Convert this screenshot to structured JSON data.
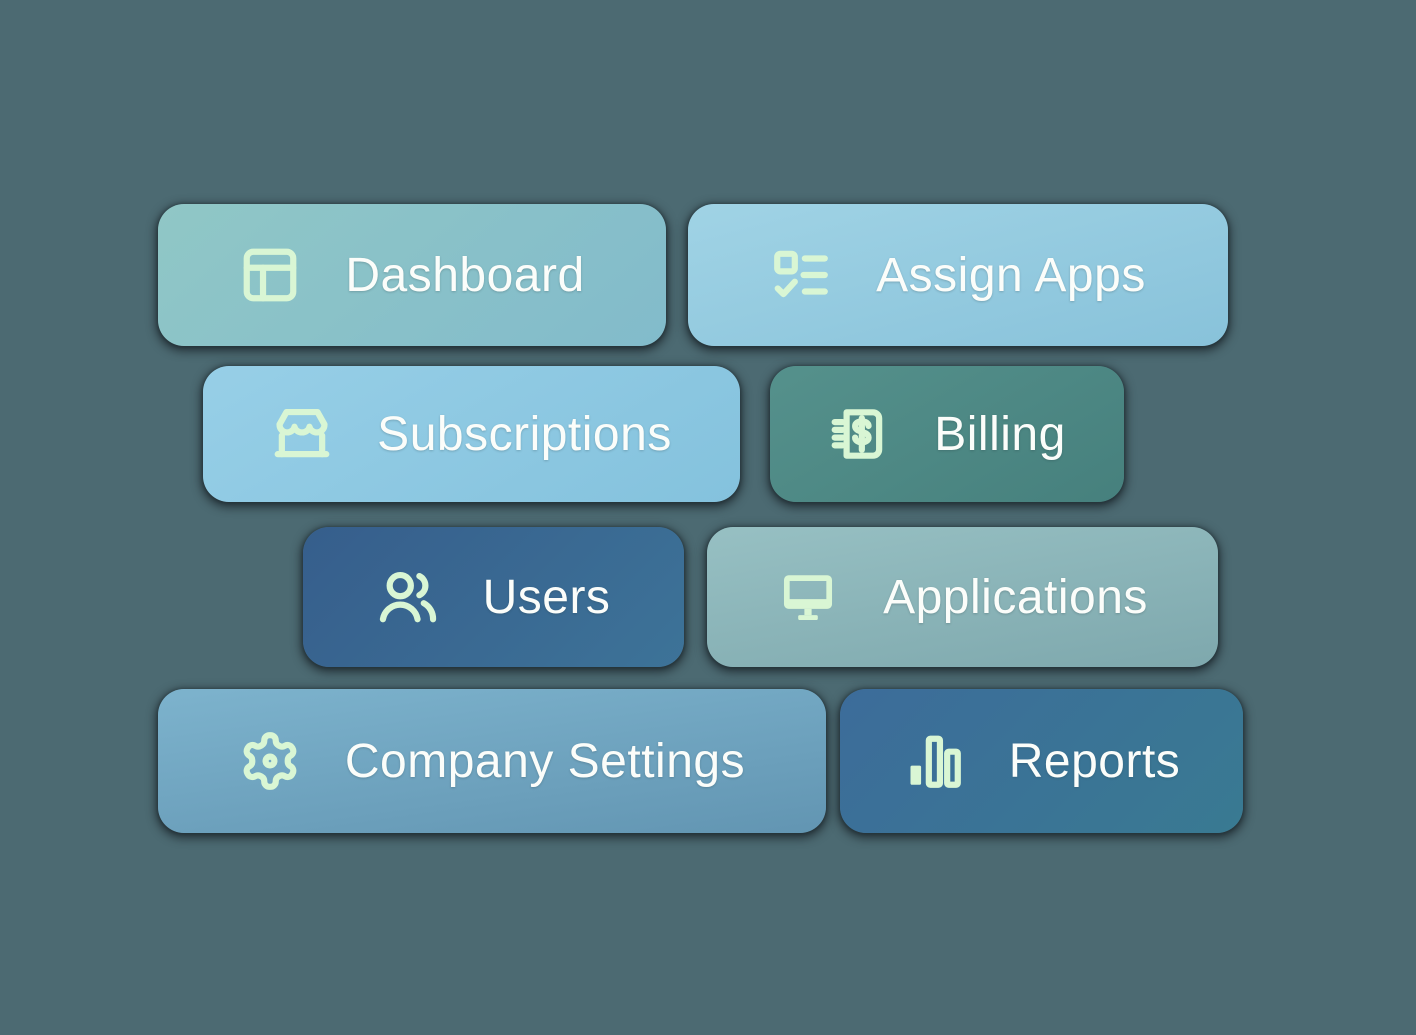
{
  "colors": {
    "background": "#4c6a72",
    "icon": "#d9f6d4",
    "text": "#fbfdfa"
  },
  "buttons": [
    {
      "label": "Dashboard",
      "icon": "dashboard-layout-icon",
      "gradient": [
        "#90c7c6",
        "#82bbcb"
      ],
      "angle": "140deg"
    },
    {
      "label": "Assign Apps",
      "icon": "assign-apps-checklist-icon",
      "gradient": [
        "#a0d3e5",
        "#88c2da"
      ],
      "angle": "165deg"
    },
    {
      "label": "Subscriptions",
      "icon": "subscriptions-store-icon",
      "gradient": [
        "#97cfe7",
        "#84c2dd"
      ],
      "angle": "150deg"
    },
    {
      "label": "Billing",
      "icon": "billing-invoice-icon",
      "gradient": [
        "#55918c",
        "#46807d"
      ],
      "angle": "150deg"
    },
    {
      "label": "Users",
      "icon": "users-icon",
      "gradient": [
        "#365e8c",
        "#3d7398"
      ],
      "angle": "135deg"
    },
    {
      "label": "Applications",
      "icon": "applications-monitor-icon",
      "gradient": [
        "#97c0c3",
        "#7ea8ad"
      ],
      "angle": "170deg"
    },
    {
      "label": "Company Settings",
      "icon": "company-settings-gear-icon",
      "gradient": [
        "#7db3cd",
        "#6295b2"
      ],
      "angle": "172deg"
    },
    {
      "label": "Reports",
      "icon": "reports-bar-chart-icon",
      "gradient": [
        "#3c6c9a",
        "#397a92"
      ],
      "angle": "135deg"
    }
  ]
}
